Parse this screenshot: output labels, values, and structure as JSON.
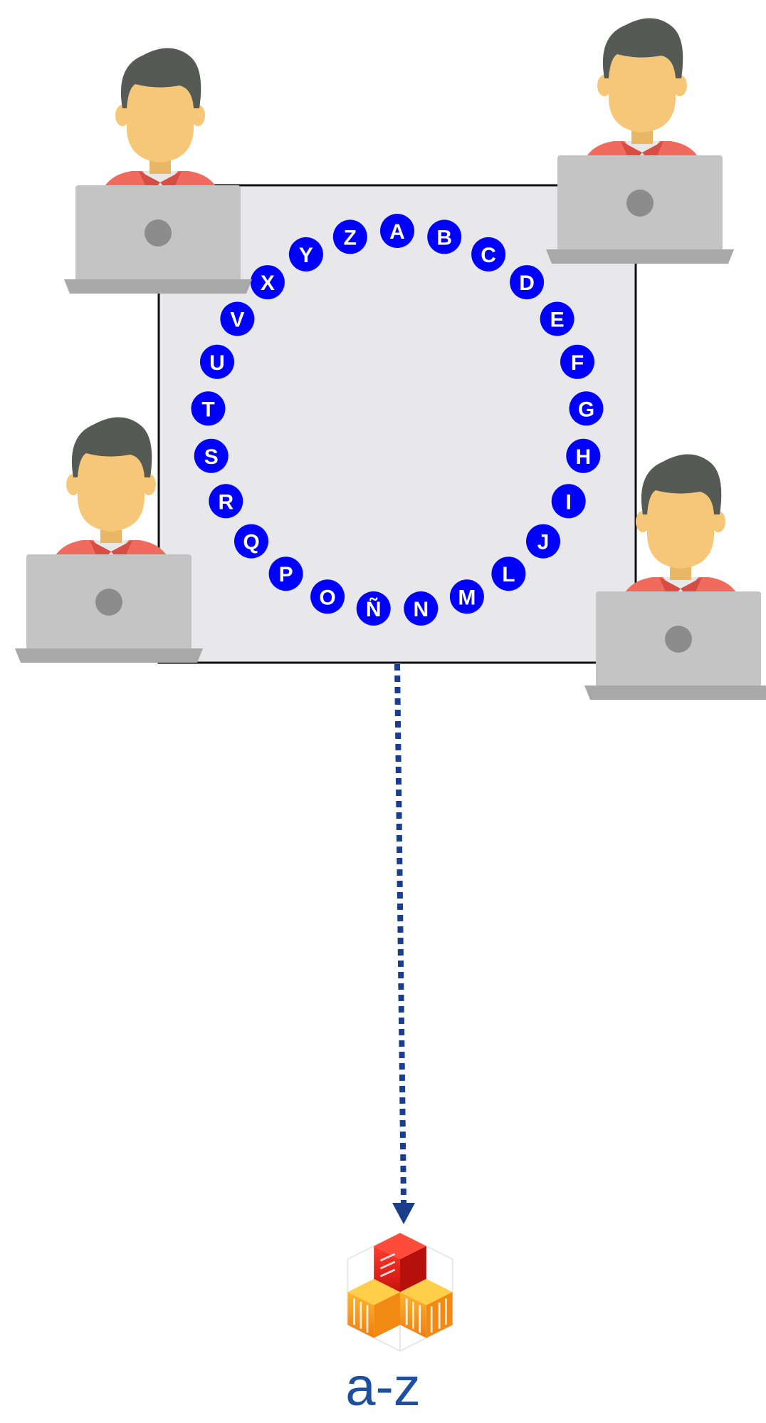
{
  "diagram": {
    "letters": [
      "A",
      "B",
      "C",
      "D",
      "E",
      "F",
      "G",
      "H",
      "I",
      "J",
      "L",
      "M",
      "N",
      "Ñ",
      "O",
      "P",
      "Q",
      "R",
      "S",
      "T",
      "U",
      "V",
      "X",
      "Y",
      "Z"
    ],
    "users": [
      {
        "id": "user-top-left",
        "icon": "user-laptop-icon"
      },
      {
        "id": "user-top-right",
        "icon": "user-laptop-icon"
      },
      {
        "id": "user-mid-left",
        "icon": "user-laptop-icon"
      },
      {
        "id": "user-mid-right",
        "icon": "user-laptop-icon"
      }
    ],
    "connector": {
      "style": "dotted-arrow",
      "direction": "down"
    },
    "output": {
      "icon": "stacked-cubes-icon",
      "label": "a-z"
    },
    "colors": {
      "letter_fill": "#0000ff",
      "letter_text": "#ffffff",
      "board_fill": "#e8e8ea",
      "board_border": "#111111",
      "arrow": "#1a3d8c",
      "label": "#1f4fa0",
      "laptop": "#c4c4c4",
      "laptop_dot": "#8c8c8c",
      "skin": "#f6c778",
      "hair": "#555a55",
      "shirt": "#f06a5e"
    }
  }
}
